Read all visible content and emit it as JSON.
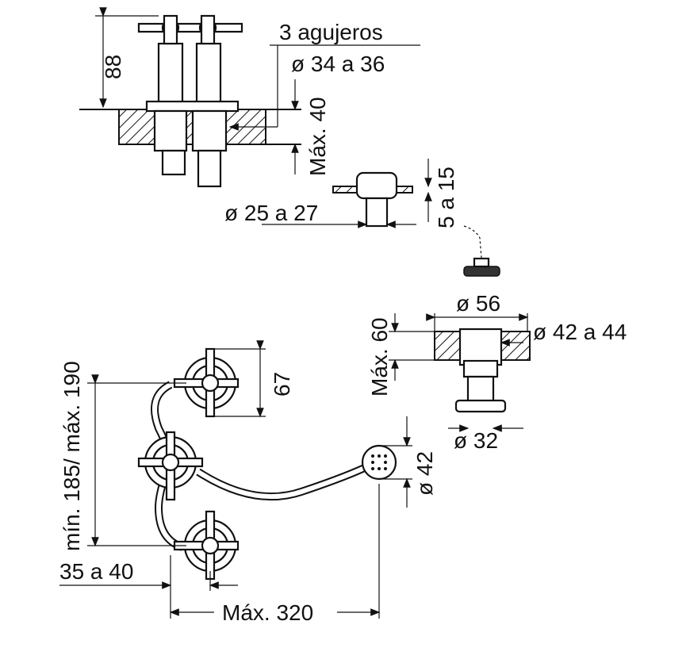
{
  "drawing": {
    "dimensions": {
      "holes": "3 agujeros",
      "hole_diameter": "ø 34 a 36",
      "height_88": "88",
      "max_40": "Máx. 40",
      "pipe_diameter": "ø 25 a 27",
      "range_5_15": "5 a 15",
      "drain_56": "ø 56",
      "max_60": "Máx. 60",
      "drain_hole": "ø 42 a 44",
      "drain_32": "ø 32",
      "spacing": "mín. 185/ máx. 190",
      "handle_67": "67",
      "spray_42": "ø 42",
      "offset": "35 a 40",
      "max_320": "Máx. 320"
    }
  }
}
